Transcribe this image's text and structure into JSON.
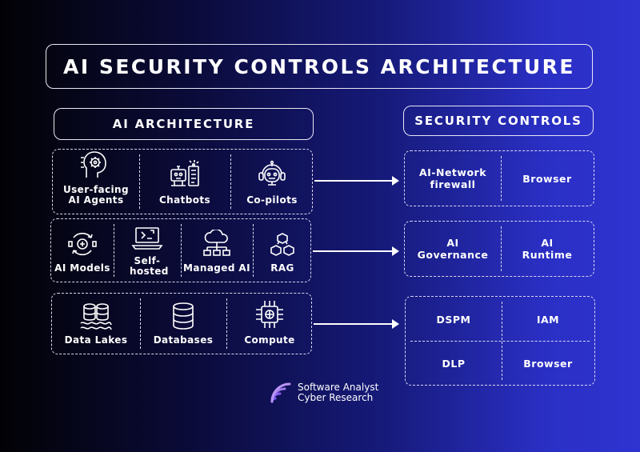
{
  "title": "AI SECURITY CONTROLS ARCHITECTURE",
  "left_header": "AI ARCHITECTURE",
  "right_header": "SECURITY CONTROLS",
  "rows": [
    {
      "items": [
        {
          "label": "User-facing AI Agents",
          "icon": "agent-head-gear-icon"
        },
        {
          "label": "Chatbots",
          "icon": "chatbot-robot-icon"
        },
        {
          "label": "Co-pilots",
          "icon": "copilot-headset-robot-icon"
        }
      ],
      "controls": [
        "AI-Network firewall",
        "Browser"
      ]
    },
    {
      "items": [
        {
          "label": "AI Models",
          "icon": "ai-model-cycle-icon"
        },
        {
          "label": "Self-hosted",
          "icon": "self-hosted-laptop-icon"
        },
        {
          "label": "Managed AI",
          "icon": "cloud-network-icon"
        },
        {
          "label": "RAG",
          "icon": "rag-cubes-icon"
        }
      ],
      "controls": [
        "AI Governance",
        "AI Runtime"
      ]
    },
    {
      "items": [
        {
          "label": "Data Lakes",
          "icon": "data-lake-icon"
        },
        {
          "label": "Databases",
          "icon": "database-icon"
        },
        {
          "label": "Compute",
          "icon": "cpu-chip-icon"
        }
      ],
      "controls": [
        "DSPM",
        "IAM",
        "DLP",
        "Browser"
      ]
    }
  ],
  "logo": {
    "line1": "Software Analyst",
    "line2": "Cyber Research"
  }
}
